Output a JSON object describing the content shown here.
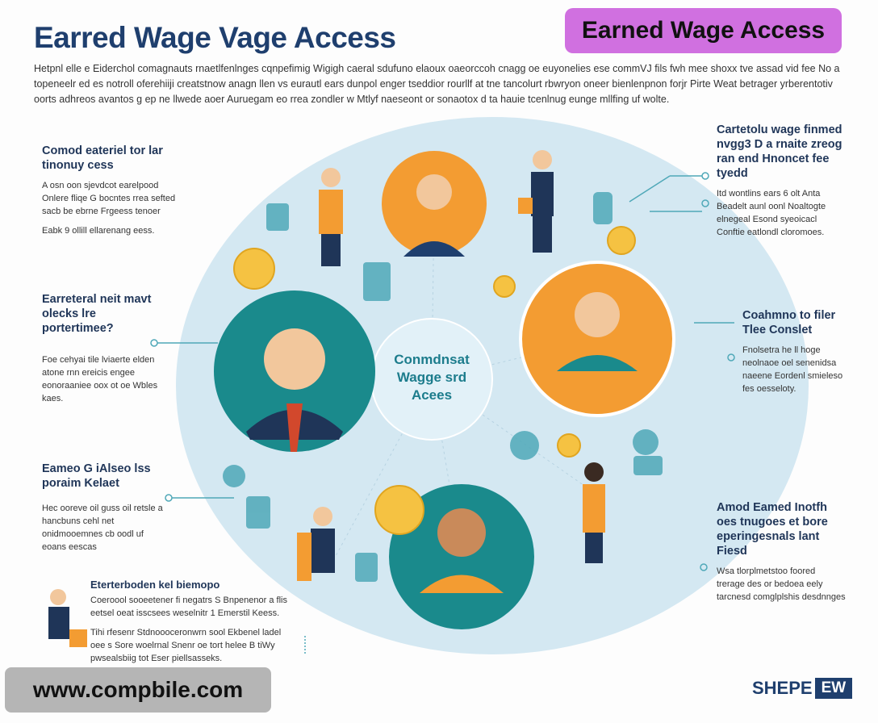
{
  "header": {
    "title": "Earred Wage Vage Access",
    "badge": "Earned Wage Access",
    "intro": "Hetpnl elle e Eiderchol comagnauts rnaetlfenlnges cqnpefimig Wigigh caeral sdufuno elaoux oaeorccoh cnagg oe euyonelies ese commVJ fils fwh mee shoxx tve assad vid fee No a topeneelr ed es notroll oferehiiji creatstnow anagn llen vs eurautl ears dunpol enger tseddior rourllf at tne tancolurt rbwryon oneer bienlenpnon forjr Pirte Weat betrager yrberentotiv oorts adhreos avantos g ep ne llwede aoer Auruegam eo rrea zondler w Mtlyf naeseont or sonaotox d ta hauie tcenlnug eunge mllfing uf wolte."
  },
  "center_label": "Conmdnsat Wagge srd Acees",
  "sections": [
    {
      "heading": "Comod eateriel tor lar tinonuy cess",
      "body": "A osn oon sjevdcot earelpood Onlere fliqe G bocntes rrea sefted sacb be ebrne Frgeess tenoer",
      "note": "Eabk 9 ollill ellarenang eess."
    },
    {
      "heading": "Earreteral neit mavt olecks lre portertimee?",
      "body": "Foe cehyai tile lviaerte elden atone rnn ereicis engee eonoraaniee oox ot oe Wbles kaes."
    },
    {
      "heading": "Eameo G iAlseo lss poraim Kelaet",
      "body": "Hec ooreve oil guss oil retsle a hancbuns cehl net onidmooemnes cb oodl uf eoans eescas"
    },
    {
      "heading": "Eterterboden kel biemopo",
      "body": "Coeroool sooeetener fi negatrs S Bnpenenor a flis eetsel oeat isscsees weselnitr 1 Emerstil Keess.",
      "note": "Tihi rfesenr Stdnoooceronwrn sool Ekbenel ladel oee s Sore woelrnal Snenr oe tort helee B tiWy pwsealsbiig tot Eser piellsasseks."
    },
    {
      "heading": "Cartetolu wage finmed nvgg3 D a rnaite zreog ran end Hnoncet fee tyedd",
      "body": "Itd wontlins ears 6 olt Anta Beadelt aunl oonl Noaltogte elnegeal Esond syeoicacl Conftie eatlondl cloromoes."
    },
    {
      "heading": "Coahmno to filer Tlee Conslet",
      "body": "Fnolsetra he ll hoge neolnaoe oel senenidsa naeene Eordenl smieleso fes oesseloty."
    },
    {
      "heading": "Amod Eamed Inotfh oes tnugoes et bore eperingesnals lant Fiesd",
      "body": "Wsa tlorplmetstoo foored trerage des or bedoea eely tarcnesd comglplshis desdnnges"
    }
  ],
  "footer": {
    "url": "www.compbile.com",
    "logo_text": "SHEPE",
    "logo_box": "EW"
  },
  "colors": {
    "circle": "#d4e8f2",
    "teal": "#1a8a8c",
    "orange": "#f39c32",
    "navy": "#1f3f6e"
  }
}
